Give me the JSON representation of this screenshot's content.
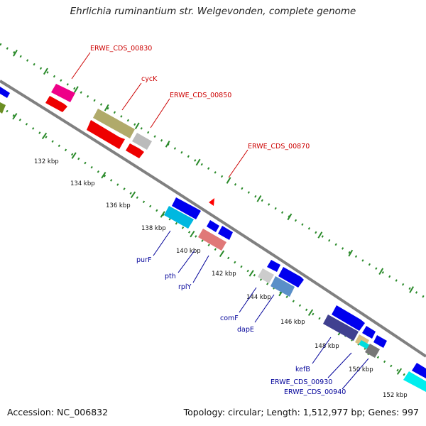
{
  "title": "Ehrlichia ruminantium str. Welgevonden, complete genome",
  "footer": {
    "accession": "Accession: NC_006832",
    "summary": "Topology: circular; Length: 1,512,977 bp; Genes: 997"
  },
  "colors": {
    "backbone": "#808080",
    "ticks": "#2a8a2a",
    "forward_label": "#cc0000",
    "reverse_label": "#000099"
  },
  "kbp_labels": [
    "132 kbp",
    "134 kbp",
    "136 kbp",
    "138 kbp",
    "140 kbp",
    "142 kbp",
    "144 kbp",
    "146 kbp",
    "148 kbp",
    "150 kbp",
    "152 kbp"
  ],
  "forward_gene_labels": [
    "ERWE_CDS_00830",
    "cycK",
    "ERWE_CDS_00850",
    "ERWE_CDS_00870"
  ],
  "reverse_gene_labels": [
    "purF",
    "pth",
    "rplY",
    "comF",
    "dapE",
    "kefB",
    "ERWE_CDS_00930",
    "ERWE_CDS_00940"
  ]
}
